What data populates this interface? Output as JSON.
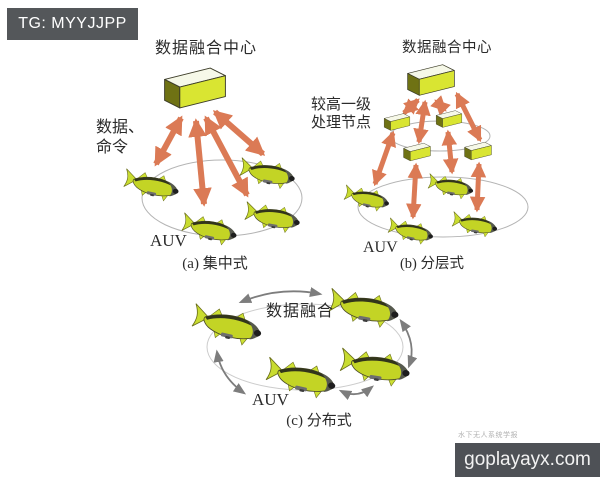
{
  "watermarks": {
    "telegram": "TG: MYYJJPP",
    "site": "goplayayx.com",
    "journal": "水下无人系统学报"
  },
  "panels": {
    "a": {
      "title": "数据融合中心",
      "side_label_line1": "数据、",
      "side_label_line2": "命令",
      "auv_label": "AUV",
      "caption": "(a) 集中式"
    },
    "b": {
      "title": "数据融合中心",
      "side_label_line1": "较高一级",
      "side_label_line2": "处理节点",
      "auv_label": "AUV",
      "caption": "(b) 分层式"
    },
    "c": {
      "center_label": "数据融合",
      "auv_label": "AUV",
      "caption": "(c) 分布式"
    }
  },
  "colors": {
    "background": "#ffffff",
    "arrow_orange": "#db7a55",
    "arrow_gray": "#7d7d7d",
    "ellipse_gray": "#b4b4b4",
    "box_side_yellow": "#d9e532",
    "box_end_dark_olive": "#6f7214",
    "box_top_white": "#f6f8e8",
    "fish_body_green": "#c3d425",
    "fish_back_dark": "#32351b",
    "fish_head_gray": "#56594e",
    "text_color": "#2b2b2b",
    "watermark_tg_bg": "#54575a",
    "watermark_site_bg": "#4e5156"
  }
}
